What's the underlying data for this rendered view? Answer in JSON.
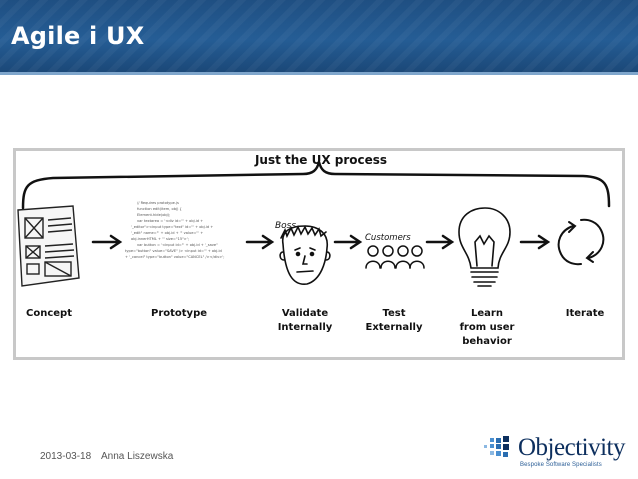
{
  "slide": {
    "title": "Agile i UX",
    "date": "2013-03-18",
    "author": "Anna Liszewska"
  },
  "diagram": {
    "header": "Just the UX process",
    "steps": [
      {
        "label_lines": [
          "Concept"
        ]
      },
      {
        "label_lines": [
          "Prototype"
        ]
      },
      {
        "label_lines": [
          "Validate",
          "Internally"
        ],
        "sketch_caption": "Boss"
      },
      {
        "label_lines": [
          "Test",
          "Externally"
        ],
        "sketch_caption": "Customers"
      },
      {
        "label_lines": [
          "Learn",
          "from user",
          "behavior"
        ]
      },
      {
        "label_lines": [
          "Iterate"
        ]
      }
    ],
    "code_lines": [
      "// Requires prototype.js",
      "function edit(item, obj) {",
      "  Element.hide(obj);",
      "  var textarea = '<div id=\"' + obj.id +",
      "  '_editor\"><input type=\"text\" id=\"' + obj.id +",
      "  '_edit\" name=\"' + obj.id + '\" value=\"' +",
      "  obj.innerHTML + '\" size=\"15\">';",
      "  var button = '<input id=\"' + obj.id + '_save\"",
      "type=\"button\" value=\"SAVE\" /> <input id=\"' + obj.id",
      "+ '_cancel\" type=\"button\" value=\"CANCEL\" /></div>';"
    ]
  },
  "logo": {
    "name": "Objectivity",
    "tagline": "Bespoke Software Specialists",
    "colors": {
      "dark": "#0d2f5e",
      "light": "#4a8fd0"
    }
  },
  "colors": {
    "title_bar": "#255d95",
    "title_text": "#ffffff",
    "footer_text": "#555555"
  }
}
